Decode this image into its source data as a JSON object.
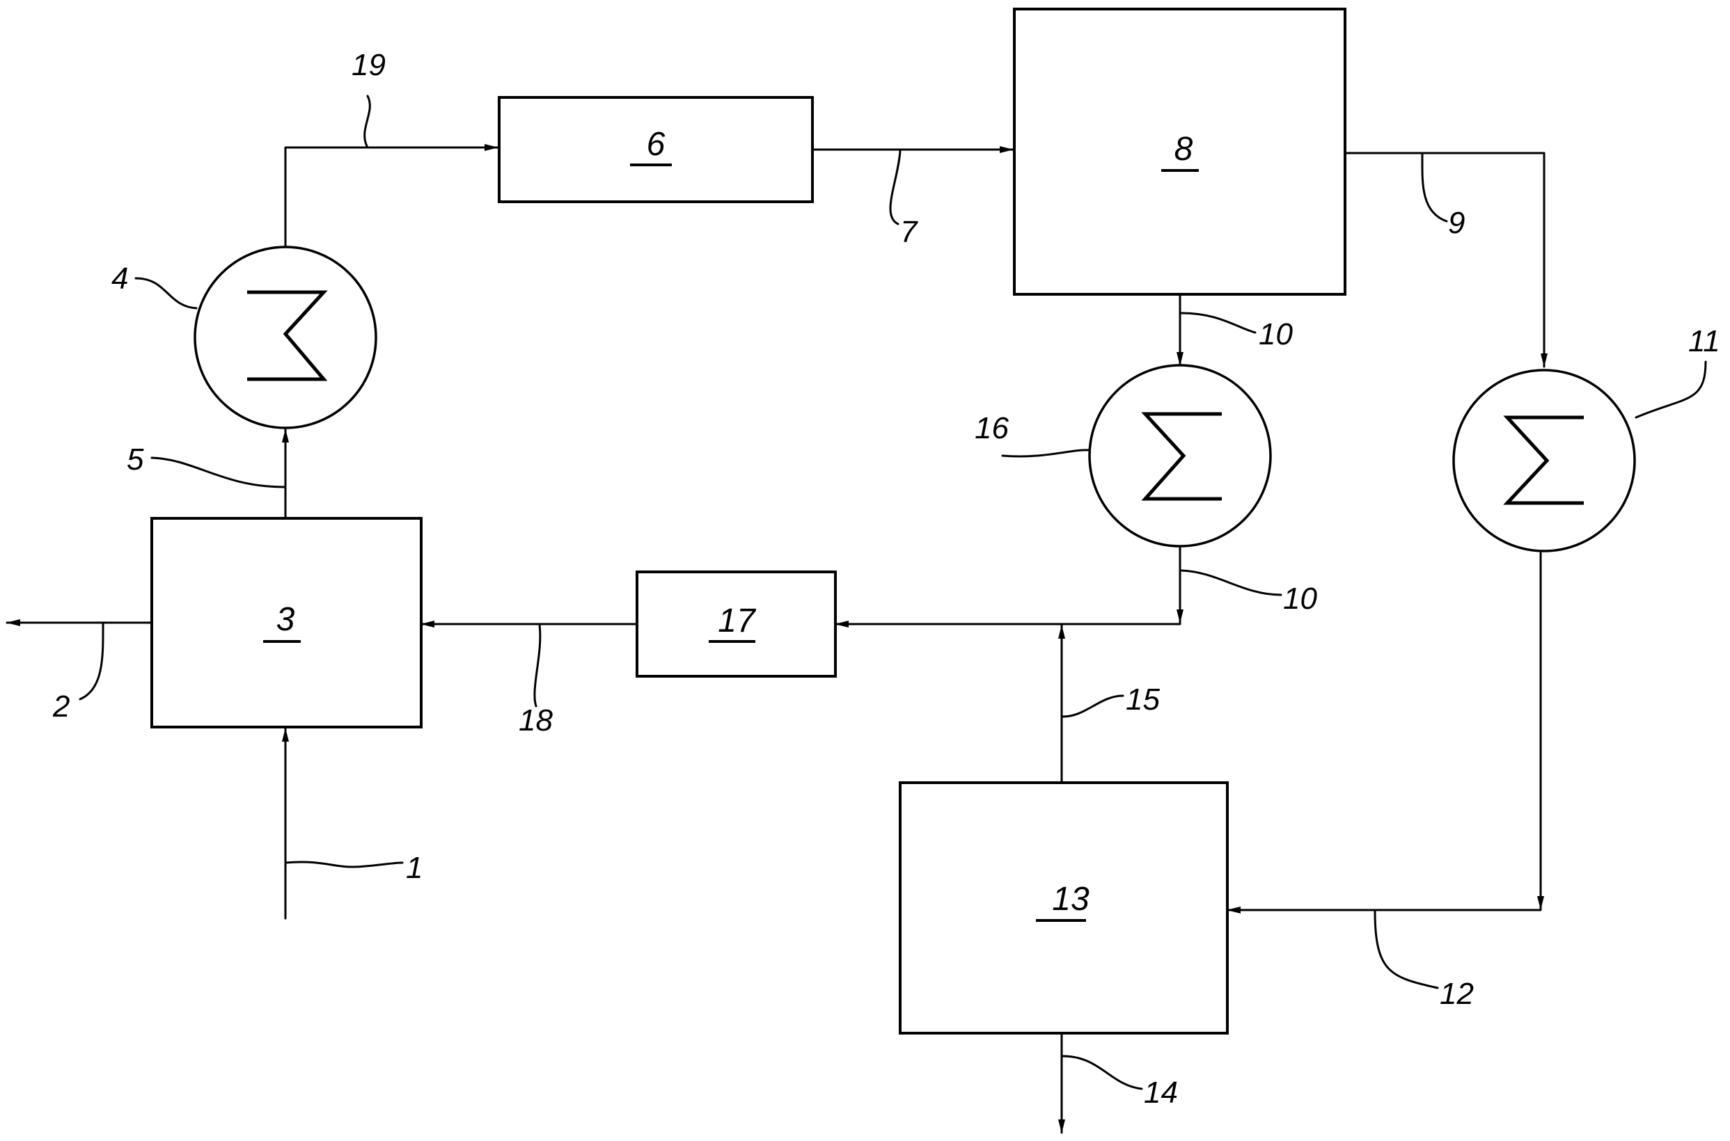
{
  "units": [
    {
      "id": "u3",
      "label": "3"
    },
    {
      "id": "u6",
      "label": "6"
    },
    {
      "id": "u8",
      "label": "8"
    },
    {
      "id": "u13",
      "label": "13"
    },
    {
      "id": "u17",
      "label": "17"
    }
  ],
  "exchangers": [
    {
      "id": "hx4",
      "label": "4",
      "symbol": "zigzag-icon"
    },
    {
      "id": "hx16",
      "label": "16",
      "symbol": "sigma-icon"
    },
    {
      "id": "hx11",
      "label": "11",
      "symbol": "sigma-icon"
    }
  ],
  "streams": {
    "s1": "1",
    "s2": "2",
    "s5": "5",
    "s7": "7",
    "s9": "9",
    "s10a": "10",
    "s10b": "10",
    "s12": "12",
    "s14": "14",
    "s15": "15",
    "s18": "18",
    "s19": "19"
  }
}
